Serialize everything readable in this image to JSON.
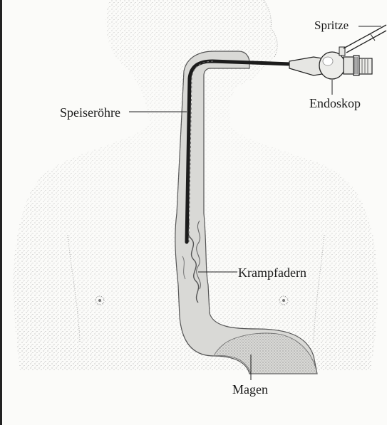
{
  "figure": {
    "labels": {
      "spritze": "Spritze",
      "endoskop": "Endoskop",
      "speiseroehre": "Speiseröhre",
      "krampfadern": "Krampfadern",
      "magen": "Magen"
    },
    "colors": {
      "ink": "#1a1a1a",
      "skin_stipple": "#9a9a9a",
      "tube": "#1c1c1c",
      "esophagus_fill": "#d9d9d6",
      "paper": "#fbfbf9"
    }
  }
}
